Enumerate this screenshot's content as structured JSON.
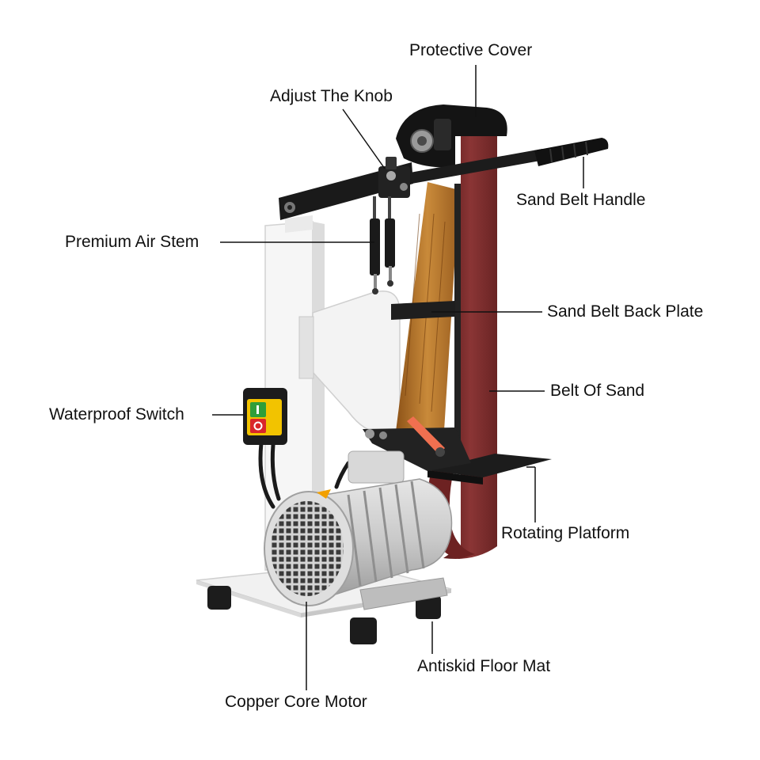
{
  "labels": {
    "protective_cover": "Protective Cover",
    "adjust_knob": "Adjust The Knob",
    "sand_belt_handle": "Sand Belt Handle",
    "premium_air_stem": "Premium Air Stem",
    "sand_belt_back_plate": "Sand Belt Back Plate",
    "belt_of_sand": "Belt Of Sand",
    "waterproof_switch": "Waterproof Switch",
    "rotating_platform": "Rotating Platform",
    "antiskid_floor_mat": "Antiskid Floor Mat",
    "copper_core_motor": "Copper Core Motor"
  },
  "colors": {
    "background": "#ffffff",
    "frame_white": "#f3f3f3",
    "frame_shadow": "#d6d6d6",
    "arm_black": "#1b1b1b",
    "belt_red": "#7a2a2a",
    "belt_red_dark": "#5a1a1a",
    "belt_yellow": "#b5772a",
    "motor_silver": "#c9c9c9",
    "motor_dark": "#8f8f8f",
    "switch_green": "#2e9e3a",
    "switch_red": "#d9262a",
    "switch_yellow": "#f2c300",
    "handle_orange": "#f07050",
    "leader_line": "#111111"
  }
}
